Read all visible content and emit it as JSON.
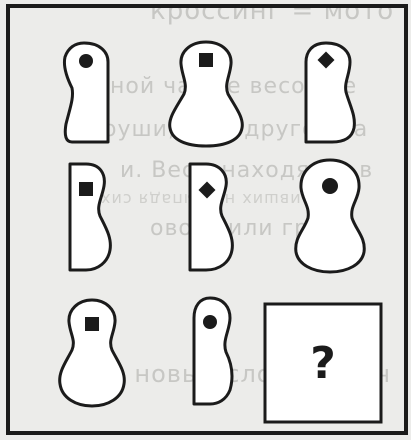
{
  "background_text": [
    "кроссинг = мото",
    "ной чашке весов ле",
    "груши, а на другой ча",
    "и. Весы находятся в",
    "ивших не выпадя сих",
    "ового или груш",
    "е новые слова получ"
  ],
  "puzzle": {
    "question_mark": "?",
    "cells": [
      {
        "row": 1,
        "col": 1,
        "shape": "half-pear",
        "mark": "circle"
      },
      {
        "row": 1,
        "col": 2,
        "shape": "full-pear",
        "mark": "square"
      },
      {
        "row": 1,
        "col": 3,
        "shape": "half-pear",
        "mark": "diamond"
      },
      {
        "row": 2,
        "col": 1,
        "shape": "half-pear-left",
        "mark": "square"
      },
      {
        "row": 2,
        "col": 2,
        "shape": "half-pear-left",
        "mark": "diamond"
      },
      {
        "row": 2,
        "col": 3,
        "shape": "full-pear",
        "mark": "circle"
      },
      {
        "row": 3,
        "col": 1,
        "shape": "full-pear",
        "mark": "square"
      },
      {
        "row": 3,
        "col": 2,
        "shape": "half-pear",
        "mark": "circle"
      },
      {
        "row": 3,
        "col": 3,
        "shape": "question-box",
        "mark": "question"
      }
    ]
  },
  "colors": {
    "ink": "#1b1b1b",
    "paper": "#ececea",
    "shape_fill": "#ffffff"
  }
}
